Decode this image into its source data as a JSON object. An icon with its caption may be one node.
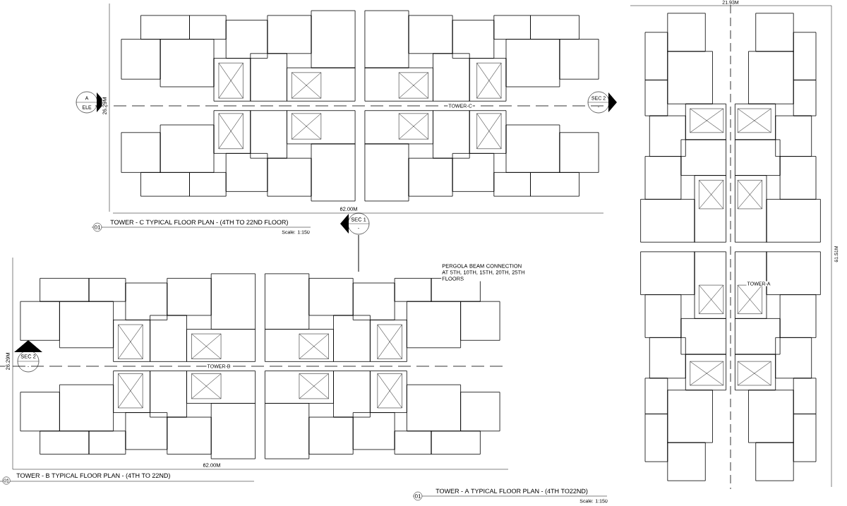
{
  "diagram": {
    "labels": [
      "21.93M",
      "A",
      "ELE",
      "26.29M",
      "TOWER-C",
      "SEC 2",
      "-",
      "62.00M",
      "01",
      "TOWER - C TYPICAL FLOOR PLAN - (4TH TO 22ND FLOOR)",
      "Scale: 1:150",
      "SEC 1",
      "-",
      "PERGOLA BEAM CONNECTION AT 5TH, 10TH, 15TH, 20TH, 25TH FLOORS",
      "61.51M",
      "TOWER-A",
      "SEC 2",
      "-",
      "26.29M",
      "TOWER-B",
      "62.00M",
      "01",
      "TOWER - B TYPICAL FLOOR PLAN - (4TH TO 22ND)",
      "01",
      "TOWER - A TYPICAL FLOOR PLAN - (4TH TO22ND)",
      "Scale: 1:150"
    ]
  }
}
